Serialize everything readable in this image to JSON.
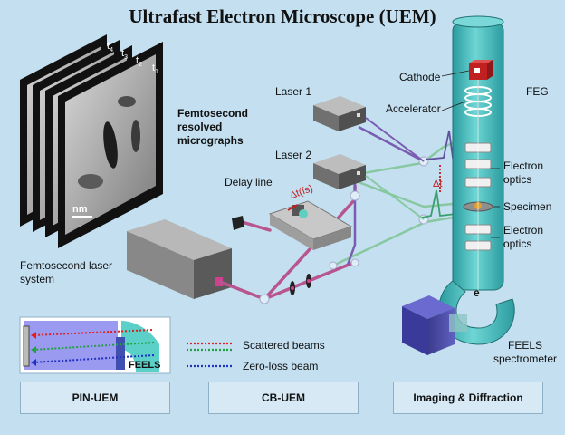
{
  "title": "Ultrafast Electron Microscope (UEM)",
  "labels": {
    "cathode": "Cathode",
    "feg": "FEG",
    "accelerator": "Accelerator",
    "laser1": "Laser 1",
    "laser2": "Laser 2",
    "delay_line": "Delay line",
    "delta_t_fs": "Δt(fs)",
    "delta_t": "Δt",
    "electron_optics": "Electron optics",
    "specimen": "Specimen",
    "femto_micrographs": "Femtosecond resolved micrographs",
    "femto_laser_system": "Femtosecond laser system",
    "feels_spectrometer": "FEELS spectrometer",
    "electron_symbol": "e",
    "nm": "nm",
    "frame_times": [
      "t",
      "t",
      "t",
      "t"
    ],
    "frame_subs": [
      "4",
      "3",
      "2",
      "1"
    ]
  },
  "inset": {
    "feels": "FEELS"
  },
  "legend": {
    "scattered": "Scattered beams",
    "zero_loss": "Zero-loss beam"
  },
  "modes": [
    "PIN-UEM",
    "CB-UEM",
    "Imaging & Diffraction"
  ],
  "colors": {
    "background": "#c3dff0",
    "column": "#46bcbc",
    "pump_beam": "#b8558e",
    "probe_beam_green": "#88c8a0",
    "probe_beam_purple": "#7a5cb0",
    "red_dotted": "#e02020",
    "green_dotted": "#20a040",
    "blue_dotted": "#2030c0"
  },
  "icons": [
    "cathode-icon",
    "laser-box-icon",
    "mirror-icon",
    "specimen-icon",
    "spectrometer-icon"
  ]
}
